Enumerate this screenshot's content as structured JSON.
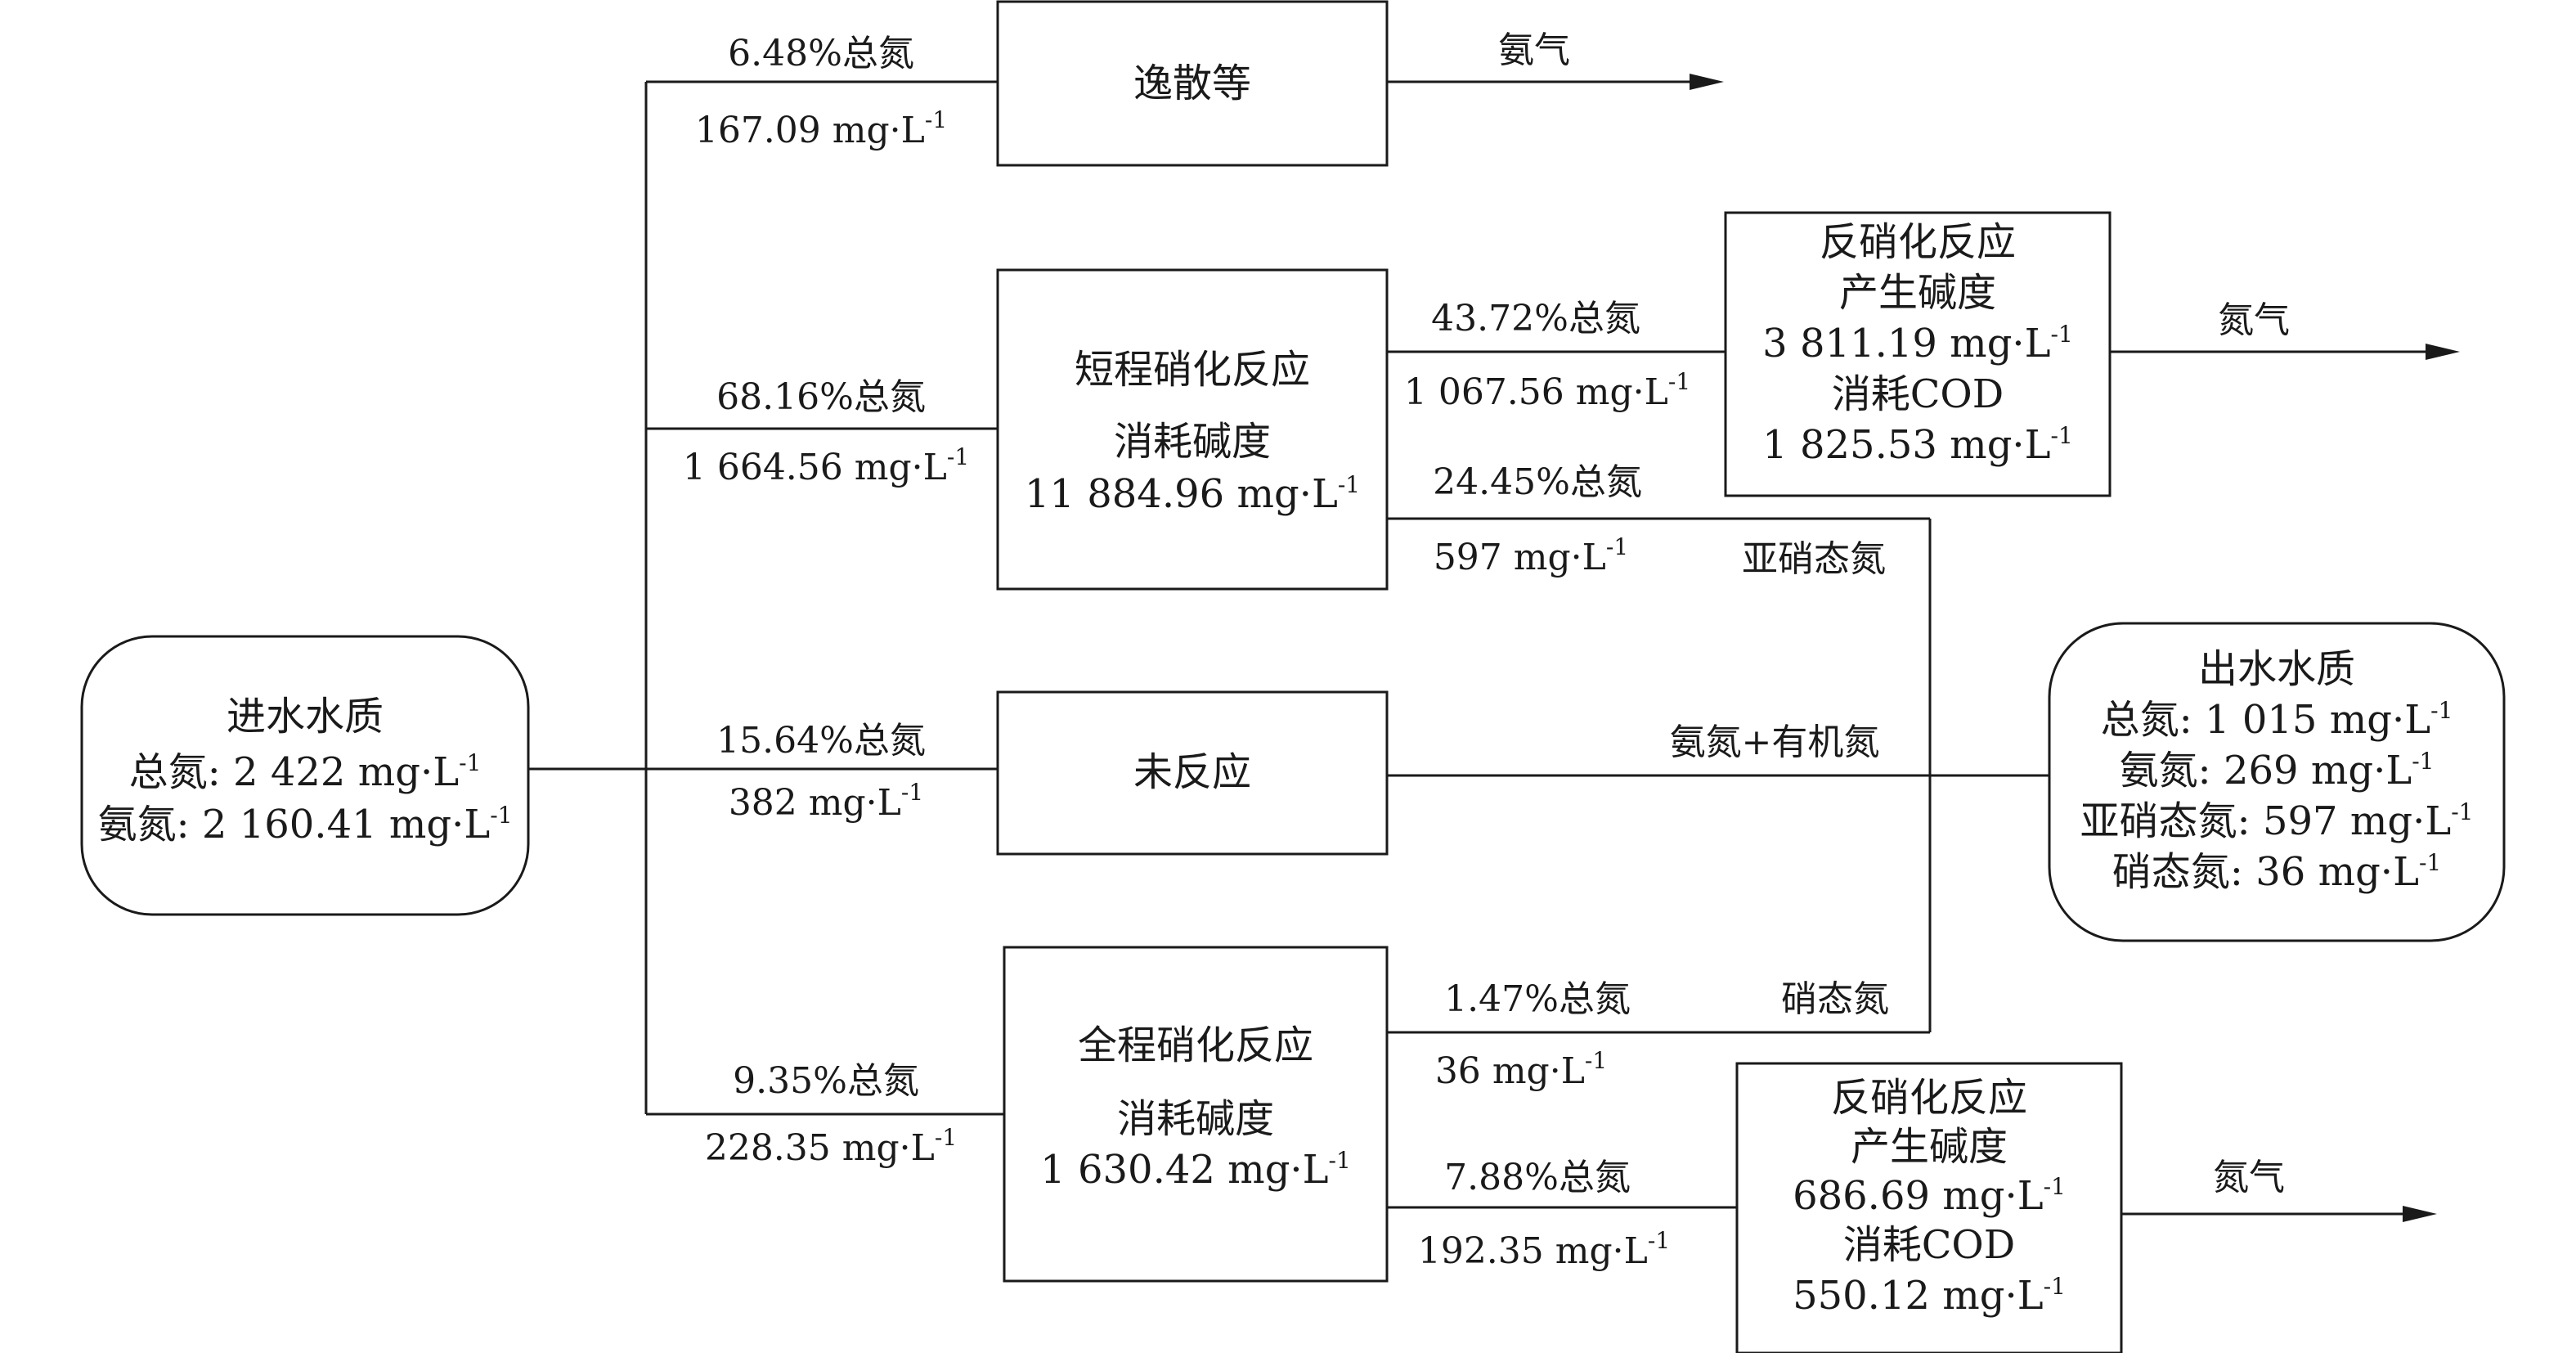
{
  "units": {
    "conc": "mg·L",
    "exp": "-1"
  },
  "influent": {
    "title": "进水水质",
    "tn_label": "总氮",
    "tn_value": "2 422",
    "nh_label": "氨氮",
    "nh_value": "2 160.41"
  },
  "effluent": {
    "title": "出水水质",
    "tn_label": "总氮",
    "tn_value": "1 015",
    "nh_label": "氨氮",
    "nh_value": "269",
    "no2_label": "亚硝态氮",
    "no2_value": "597",
    "no3_label": "硝态氮",
    "no3_value": "36"
  },
  "branches": {
    "escape": {
      "pct": "6.48%总氮",
      "conc": "167.09",
      "box": "逸散等",
      "out": "氨气"
    },
    "short": {
      "pct": "68.16%总氮",
      "conc": "1 664.56",
      "box_title": "短程硝化反应",
      "box_sub": "消耗碱度",
      "box_value": "11 884.96"
    },
    "unreacted": {
      "pct": "15.64%总氮",
      "conc": "382",
      "box": "未反应",
      "label": "氨氮+有机氮"
    },
    "full": {
      "pct": "9.35%总氮",
      "conc": "228.35",
      "box_title": "全程硝化反应",
      "box_sub": "消耗碱度",
      "box_value": "1 630.42"
    }
  },
  "short_outputs": {
    "denit": {
      "pct": "43.72%总氮",
      "conc": "1 067.56"
    },
    "nitrite": {
      "pct": "24.45%总氮",
      "conc": "597",
      "label": "亚硝态氮"
    }
  },
  "full_outputs": {
    "nitrate": {
      "pct": "1.47%总氮",
      "conc": "36",
      "label": "硝态氮"
    },
    "denit": {
      "pct": "7.88%总氮",
      "conc": "192.35"
    }
  },
  "denit_top": {
    "title": "反硝化反应",
    "l2": "产生碱度",
    "v1": "3 811.19",
    "l4": "消耗COD",
    "v2": "1 825.53",
    "out": "氮气"
  },
  "denit_bottom": {
    "title": "反硝化反应",
    "l2": "产生碱度",
    "v1": "686.69",
    "l4": "消耗COD",
    "v2": "550.12",
    "out": "氮气"
  }
}
